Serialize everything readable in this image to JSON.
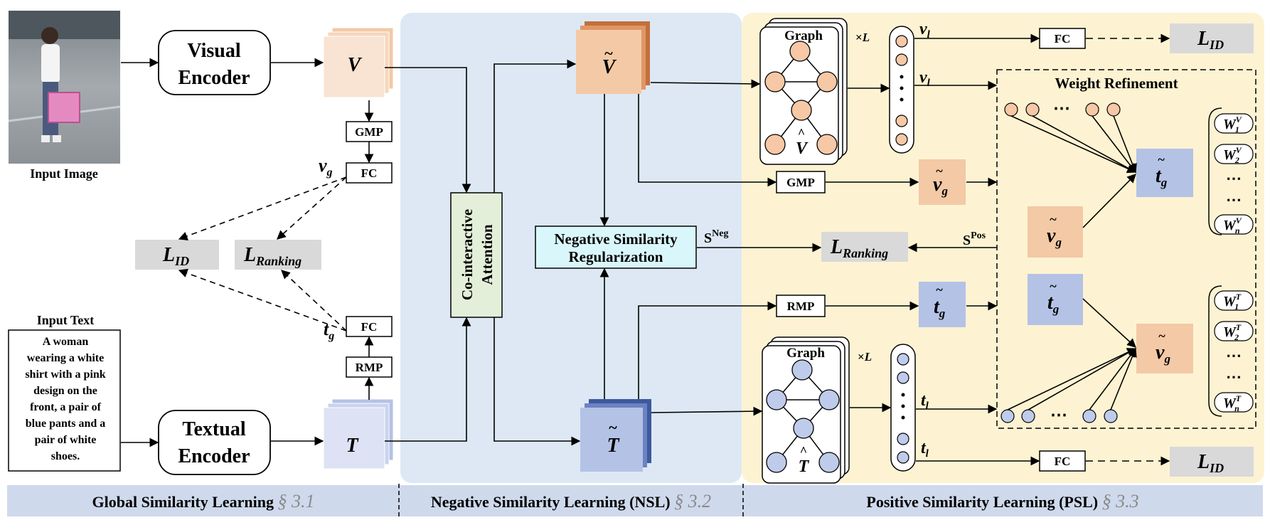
{
  "left": {
    "input_image_label": "Input Image",
    "visual_encoder": [
      "Visual",
      "Encoder"
    ],
    "textual_encoder": [
      "Textual",
      "Encoder"
    ],
    "input_text_label": "Input Text",
    "input_text_lines": [
      "A woman",
      "wearing a white",
      "shirt with a pink",
      "design on the",
      "front, a pair of",
      "blue pants and a",
      "pair of white",
      "shoes."
    ],
    "V": "V",
    "T": "T",
    "gmp": "GMP",
    "rmp": "RMP",
    "fc_top": "FC",
    "fc_bottom": "FC",
    "vg_label": "v",
    "vg_sub": "g",
    "tg_label": "t",
    "tg_sub": "g",
    "lid_main": "L",
    "lid_sub": "ID",
    "lrank_main": "L",
    "lrank_sub": "Ranking"
  },
  "middle": {
    "coattn": [
      "Co-interactive",
      "Attention"
    ],
    "nsr": [
      "Negative Similarity",
      "Regularization"
    ],
    "V_tilde": "V",
    "T_tilde": "T",
    "s_neg_main": "S",
    "s_neg_sup": "Neg"
  },
  "right": {
    "graph_top_label": "Graph",
    "graph_bottom_label": "Graph",
    "times_L_top": "×L",
    "times_L_bottom": "×L",
    "V_hat": "V",
    "T_hat": "T",
    "vl_1": "v",
    "vl_2": "v",
    "l_sub": "l",
    "tl_1": "t",
    "tl_2": "t",
    "fc_top": "FC",
    "fc_bottom": "FC",
    "lid_main": "L",
    "lid_sub": "ID",
    "gmp": "GMP",
    "rmp": "RMP",
    "vg_main": "v",
    "tg_main": "t",
    "g_sub": "g",
    "lrank_main": "L",
    "lrank_sub": "Ranking",
    "s_pos_main": "S",
    "s_pos_sup": "Pos",
    "weight_refinement": "Weight Refinement",
    "w_main": "W",
    "wv_items": [
      {
        "sub": "1",
        "sup": "V"
      },
      {
        "sub": "2",
        "sup": "V"
      },
      {
        "sub": "n",
        "sup": "V"
      }
    ],
    "wt_items": [
      {
        "sub": "1",
        "sup": "T"
      },
      {
        "sub": "2",
        "sup": "T"
      },
      {
        "sub": "n",
        "sup": "T"
      }
    ],
    "ellipsis": "⋯"
  },
  "footer": {
    "sections": [
      {
        "label": "Global Similarity Learning",
        "ref": "§ 3.1"
      },
      {
        "label": "Negative Similarity Learning (NSL)",
        "ref": "§ 3.2"
      },
      {
        "label": "Positive Similarity Learning (PSL)",
        "ref": "§ 3.3"
      }
    ]
  },
  "colors": {
    "nsl_bg": "#dde8f4",
    "psl_bg": "#fdf3d2",
    "footer_bg": "#cfd9ec",
    "peach": "#f3c9a6",
    "peach_light": "#f9e3d2",
    "peach_dark": "#c2703e",
    "blue": "#b4c2e6",
    "blue_light": "#dde3f4",
    "blue_dark": "#3d5a9c",
    "loss_gray": "#d9d9d9",
    "nsr_fill": "#d9f7fb",
    "coattn_fill": "#e3efd9",
    "node_peach": "#f6c8a6",
    "node_blue": "#bfcbea"
  }
}
